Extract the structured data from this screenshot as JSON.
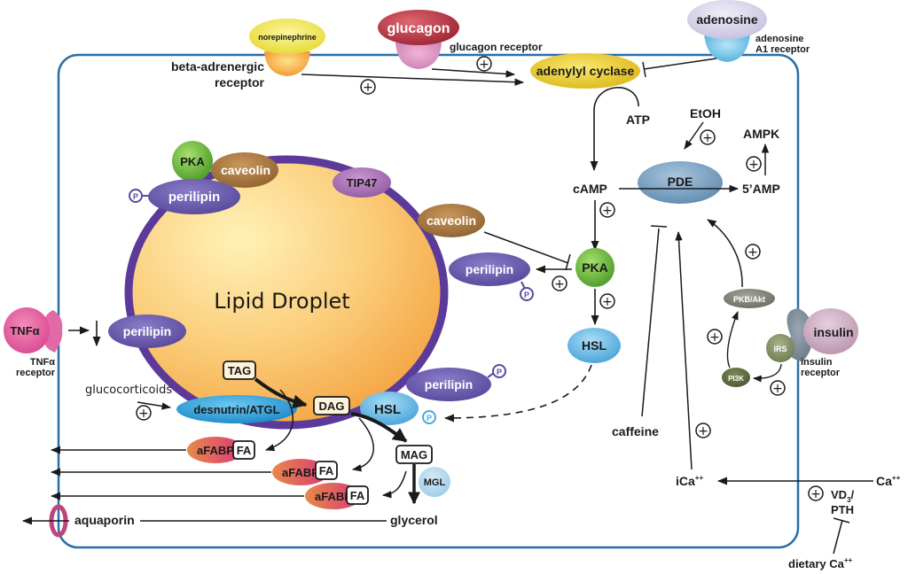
{
  "title": "Adipocyte lipolysis signaling pathway",
  "ligands": {
    "norepinephrine": "norepinephrine",
    "glucagon": "glucagon",
    "adenosine": "adenosine",
    "tnf": "TNFα",
    "insulin": "insulin"
  },
  "receptors": {
    "beta_line1": "beta-adrenergic",
    "beta_line2": "receptor",
    "glucagon": "glucagon receptor",
    "adenosine_line1": "adenosine",
    "adenosine_line2": "A1 receptor",
    "tnf_line1": "TNFα",
    "tnf_line2": "receptor",
    "insulin_line1": "insulin",
    "insulin_line2": "receptor"
  },
  "nodes": {
    "adenylyl_cyclase": "adenylyl cyclase",
    "atp": "ATP",
    "camp": "cAMP",
    "etoh": "EtOH",
    "pde": "PDE",
    "ampk": "AMPK",
    "five_amp": "5’AMP",
    "pka": "PKA",
    "hsl": "HSL",
    "pkb_akt": "PKB/Akt",
    "irs": "IRS",
    "pi3k": "PI3K",
    "caffeine": "caffeine",
    "ica": "iCa",
    "ica_sup": "++",
    "ca": "Ca",
    "ca_sup": "++",
    "vd": "VD",
    "vd_sub": "3",
    "vd_slash": "/",
    "pth": "PTH",
    "dietary_ca": "dietary Ca",
    "dietary_sup": "++",
    "glucocorticoids": "glucocorticoids",
    "aquaporin": "aquaporin",
    "glycerol": "glycerol"
  },
  "droplet": {
    "label": "Lipid Droplet",
    "pka": "PKA",
    "caveolin": "caveolin",
    "perilipin": "perilipin",
    "tip47": "TIP47",
    "desnutrin": "desnutrin/ATGL",
    "hsl": "HSL",
    "phospho": "P"
  },
  "metabolites": {
    "tag": "TAG",
    "dag": "DAG",
    "mag": "MAG",
    "mgl": "MGL",
    "afabp": "aFABP",
    "fa": "FA"
  },
  "symbols": {
    "activation": "+"
  },
  "colors": {
    "membrane": "#2a6fa8",
    "droplet_rim": "#5b3a9a",
    "perilipin": "#6a5aa8",
    "caveolin": "#a5763d",
    "pka": "#6bb83a",
    "tip47": "#a36bb0",
    "hsl": "#59aee0",
    "desnutrin": "#2f9fd6",
    "adenylyl_cyclase": "#e8c72a",
    "pde": "#6f98b8",
    "glucagon": "#b8323f",
    "insulin": "#c9a6bc"
  }
}
